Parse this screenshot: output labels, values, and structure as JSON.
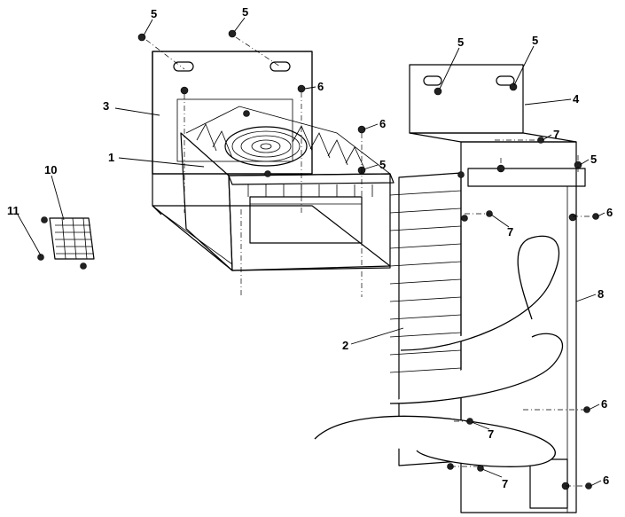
{
  "callouts": [
    {
      "id": "c5a",
      "label": "5"
    },
    {
      "id": "c5b",
      "label": "5"
    },
    {
      "id": "c3",
      "label": "3"
    },
    {
      "id": "c6a",
      "label": "6"
    },
    {
      "id": "c6b",
      "label": "6"
    },
    {
      "id": "c1",
      "label": "1"
    },
    {
      "id": "c5c",
      "label": "5"
    },
    {
      "id": "c5d",
      "label": "5"
    },
    {
      "id": "c5e",
      "label": "5"
    },
    {
      "id": "c4",
      "label": "4"
    },
    {
      "id": "c7a",
      "label": "7"
    },
    {
      "id": "c5f",
      "label": "5"
    },
    {
      "id": "c6c",
      "label": "6"
    },
    {
      "id": "c7b",
      "label": "7"
    },
    {
      "id": "c10",
      "label": "10"
    },
    {
      "id": "c11",
      "label": "11"
    },
    {
      "id": "c8",
      "label": "8"
    },
    {
      "id": "c2",
      "label": "2"
    },
    {
      "id": "c6d",
      "label": "6"
    },
    {
      "id": "c7c",
      "label": "7"
    },
    {
      "id": "c7d",
      "label": "7"
    },
    {
      "id": "c6e",
      "label": "6"
    }
  ]
}
